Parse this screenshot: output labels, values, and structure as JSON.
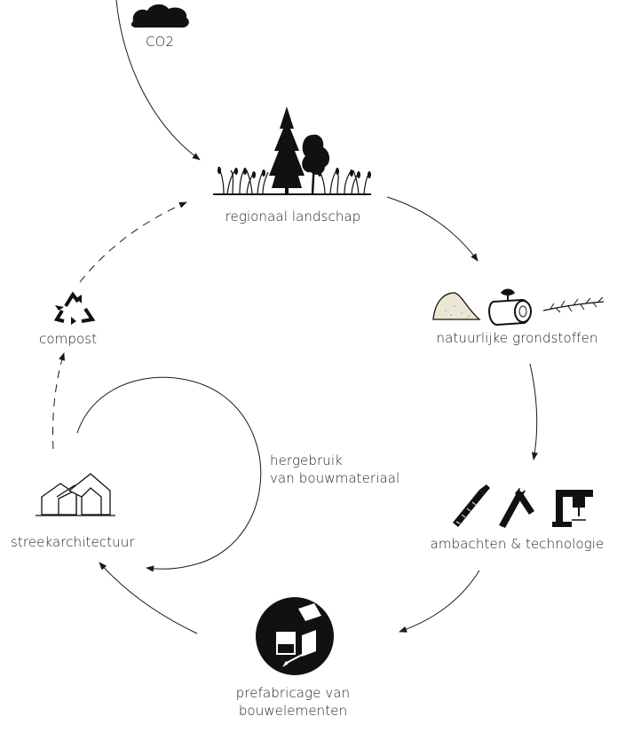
{
  "nodes": {
    "co2": {
      "label": "CO2",
      "icon": "cloud-icon"
    },
    "landschap": {
      "label": "regionaal landschap",
      "icon": "trees-and-grass-icon"
    },
    "grondstoffen": {
      "label": "natuurlijke grondstoffen",
      "icon": "raw-materials-icon"
    },
    "ambachten": {
      "label": "ambachten & technologie",
      "icon": "tools-icon"
    },
    "prefab": {
      "label_line1": "prefabricage van",
      "label_line2": "bouwelementen",
      "icon": "prefab-panels-icon"
    },
    "streek": {
      "label": "streekarchitectuur",
      "icon": "houses-icon"
    },
    "compost": {
      "label": "compost",
      "icon": "recycle-icon"
    }
  },
  "loop": {
    "label_line1": "hergebruik",
    "label_line2": "van bouwmateriaal"
  },
  "colors": {
    "ink": "#1a1a1a",
    "fill_dark": "#111111",
    "sand": "#e8e3d6"
  }
}
